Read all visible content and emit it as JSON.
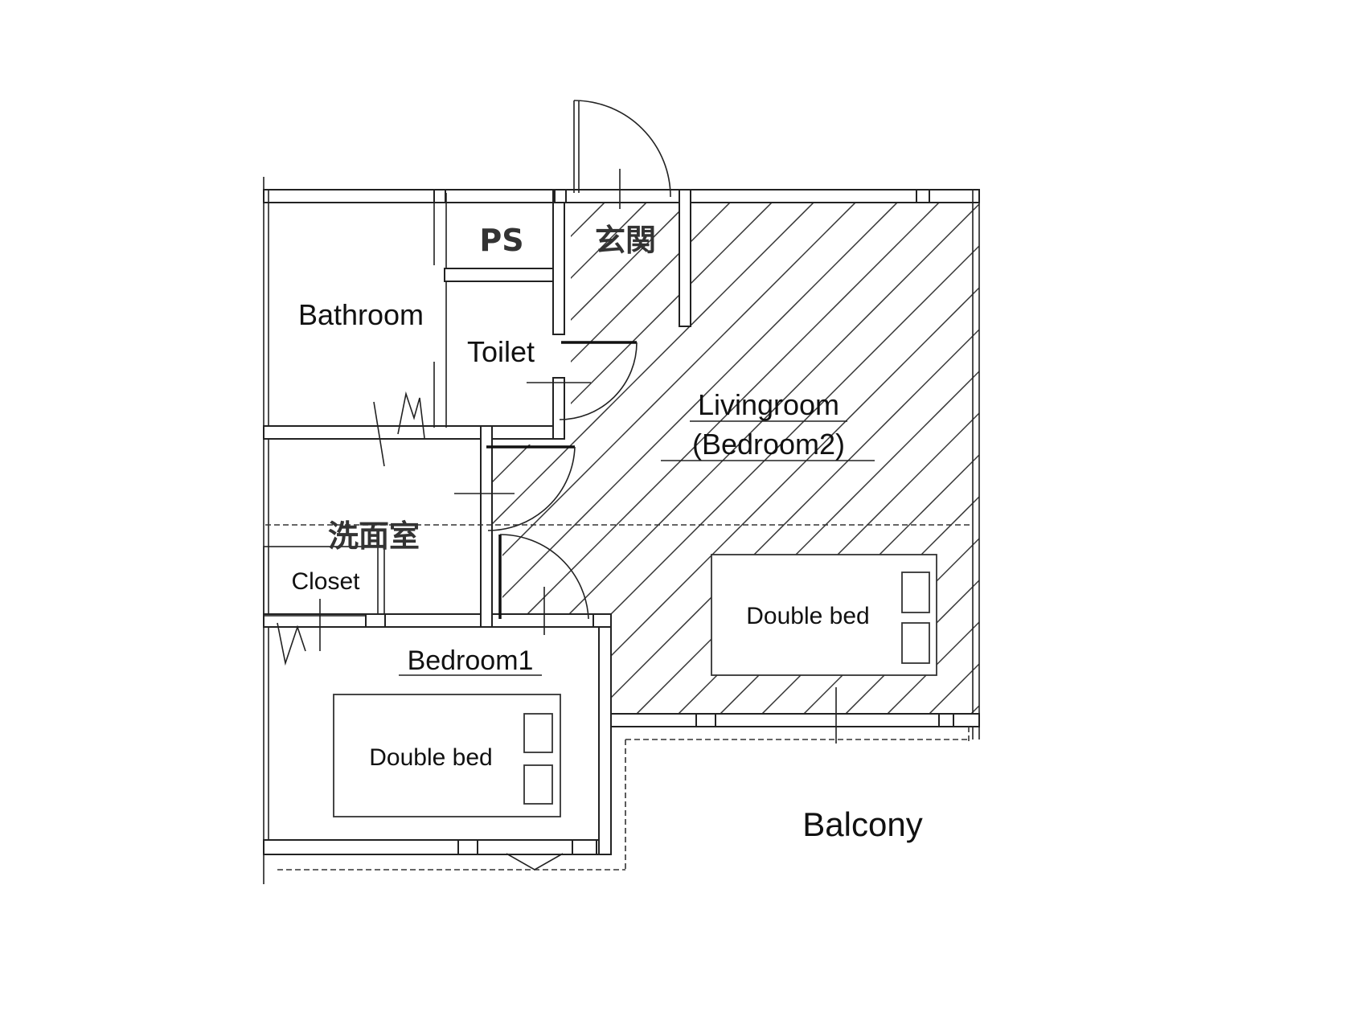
{
  "rooms": {
    "ps": "PS",
    "entrance": "玄関",
    "bathroom": "Bathroom",
    "toilet": "Toilet",
    "livingroom": "Livingroom",
    "livingroom_sub": "(Bedroom2)",
    "washroom": "洗面室",
    "closet": "Closet",
    "bedroom1": "Bedroom1",
    "balcony": "Balcony"
  },
  "furniture": {
    "bed_living": "Double bed",
    "bed_bedroom1": "Double bed"
  }
}
